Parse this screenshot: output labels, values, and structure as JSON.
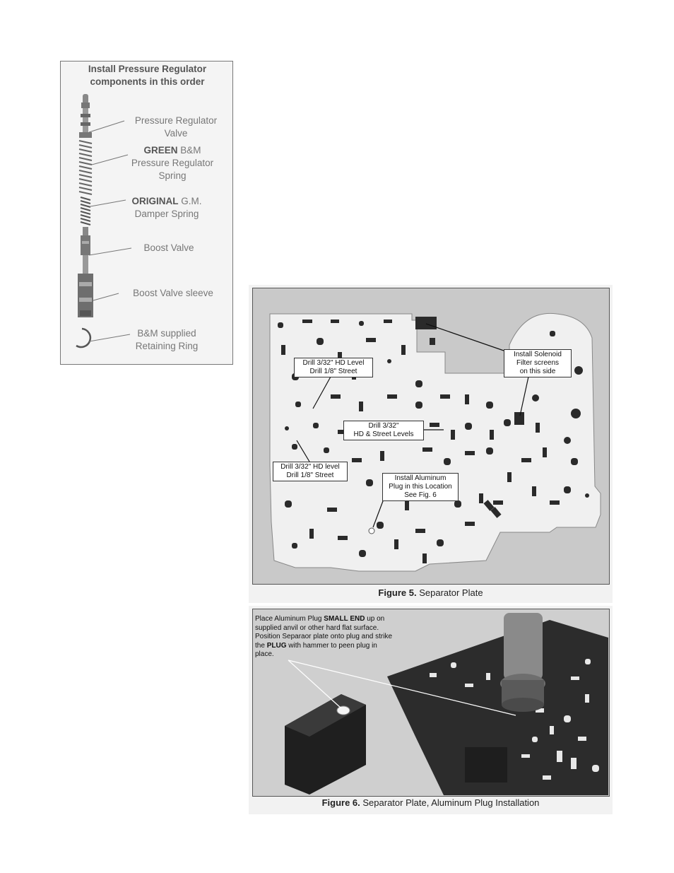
{
  "regulator": {
    "title_line1": "Install Pressure Regulator",
    "title_line2": "components in this order",
    "parts": [
      {
        "line1": "Pressure Regulator",
        "line2": "Valve"
      },
      {
        "bold": "GREEN",
        "rest": " B&M",
        "line2": "Pressure Regulator",
        "line3": "Spring"
      },
      {
        "bold": "ORIGINAL",
        "rest": " G.M.",
        "line2": "Damper Spring"
      },
      {
        "line1": "Boost Valve"
      },
      {
        "line1": "Boost Valve sleeve"
      },
      {
        "line1": "B&M supplied",
        "line2": "Retaining Ring"
      }
    ]
  },
  "figure5": {
    "caption_bold": "Figure 5.",
    "caption_rest": " Separator Plate",
    "callouts": {
      "solenoid_1": "Install Solenoid",
      "solenoid_2": "Filter screens",
      "solenoid_3": "on this side",
      "drill_a1": "Drill 3/32\" HD Level",
      "drill_a2": "Drill 1/8\" Street",
      "drill_b1": "Drill 3/32\"",
      "drill_b2": "HD & Street Levels",
      "drill_c1": "Drill 3/32\" HD level",
      "drill_c2": "Drill 1/8\" Street",
      "plug_1": "Install Aluminum",
      "plug_2": "Plug in this Location",
      "plug_3": "See Fig. 6"
    }
  },
  "figure6": {
    "caption_bold": "Figure 6.",
    "caption_rest": " Separator Plate, Aluminum Plug Installation",
    "text_1a": "Place Aluminum Plug ",
    "text_1b": "SMALL END",
    "text_1c": " up on",
    "text_2": "supplied anvil or other hard flat surface.",
    "text_3": "Position Separaor plate onto plug and strike",
    "text_4a": "the ",
    "text_4b": "PLUG",
    "text_4c": " with hammer to peen plug in",
    "text_5": "place."
  }
}
